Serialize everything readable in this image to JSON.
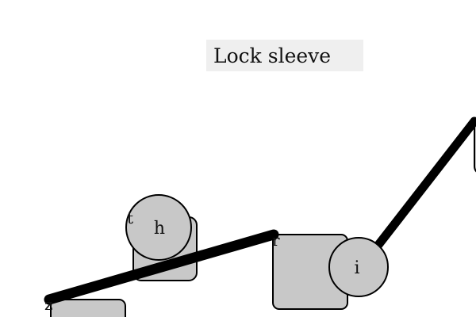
{
  "title": "Lock sleeve",
  "colors": {
    "background": "#ffffff",
    "title_background": "#efefef",
    "piece_fill": "#c8c8c8",
    "outline": "#000000"
  },
  "pieces": {
    "circle_h": "h",
    "circle_i": "i"
  },
  "node_labels": {
    "near_h": "t",
    "middle_node": "r",
    "left_node": "z"
  }
}
